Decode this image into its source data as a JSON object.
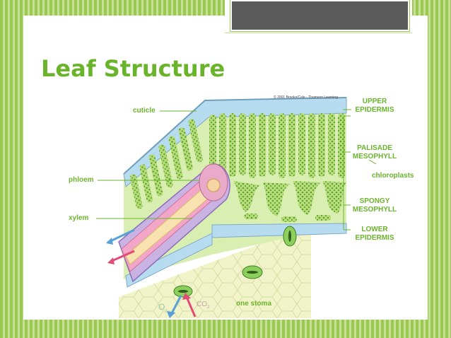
{
  "slide": {
    "title": "Leaf Structure",
    "colors": {
      "accent": "#6ab42b",
      "stripe_dark": "#9bc850",
      "stripe_light": "#c7e098",
      "title_box": "#5b5b5b"
    }
  },
  "diagram": {
    "copyright": "© 2001 Brooks/Cole - Thomson Learning",
    "labels": {
      "cuticle": "cuticle",
      "phloem": "phloem",
      "xylem": "xylem",
      "upper_epidermis": [
        "UPPER",
        "EPIDERMIS"
      ],
      "palisade_mesophyll": [
        "PALISADE",
        "MESOPHYLL"
      ],
      "chloroplasts": "chloroplasts",
      "spongy_mesophyll": [
        "SPONGY",
        "MESOPHYLL"
      ],
      "lower_epidermis": [
        "LOWER",
        "EPIDERMIS"
      ],
      "one_stoma": "one stoma",
      "co2": "CO",
      "co2_sub": "2",
      "o2": "O",
      "o2_sub": "2"
    }
  }
}
